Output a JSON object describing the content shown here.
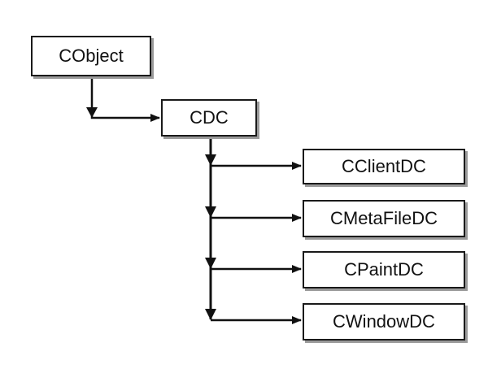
{
  "diagram": {
    "root": "CObject",
    "parent": "CDC",
    "children": [
      "CClientDC",
      "CMetaFileDC",
      "CPaintDC",
      "CWindowDC"
    ]
  }
}
